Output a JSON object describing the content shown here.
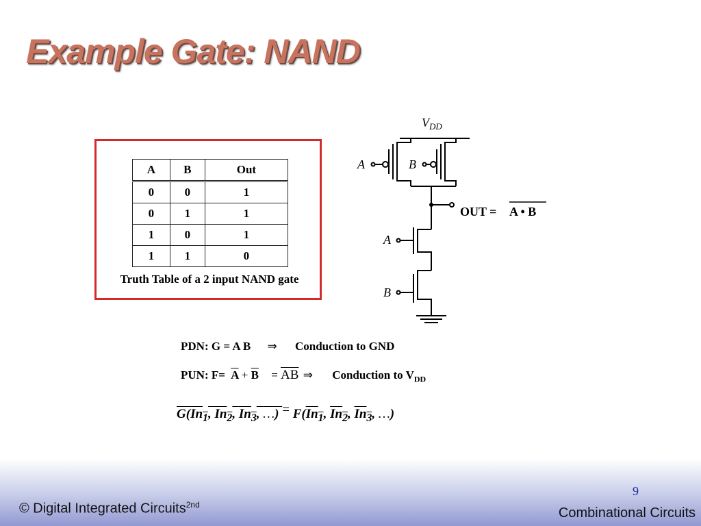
{
  "slide": {
    "title": "Example Gate: NAND",
    "page_number": "9"
  },
  "truth_table": {
    "headers": [
      "A",
      "B",
      "Out"
    ],
    "rows": [
      [
        "0",
        "0",
        "1"
      ],
      [
        "0",
        "1",
        "1"
      ],
      [
        "1",
        "0",
        "1"
      ],
      [
        "1",
        "1",
        "0"
      ]
    ],
    "caption": "Truth Table of a 2 input NAND gate"
  },
  "circuit": {
    "vdd_v": "V",
    "vdd_sub": "DD",
    "pmos_a_label": "A",
    "pmos_b_label": "B",
    "nmos_a_label": "A",
    "nmos_b_label": "B",
    "out_label": "OUT =",
    "out_expr": "A • B"
  },
  "equations": {
    "pdn": {
      "lhs": "PDN: G = A B",
      "arrow": "⇒",
      "rhs": "Conduction to GND"
    },
    "pun": {
      "prefix": "PUN: F=",
      "a": "A",
      "plus": "+",
      "b": "B",
      "eq": "=",
      "ab": "AB",
      "arrow": "⇒",
      "rhs_text": "Conduction to V",
      "rhs_sub": "DD"
    },
    "general": {
      "g": "G",
      "in": "In",
      "sub1": "1",
      "sub2": "2",
      "sub3": "3",
      "ellipsis": "…",
      "eq": "=",
      "f": "F"
    }
  },
  "footer": {
    "left_text": "© Digital Integrated Circuits",
    "left_sup": "2nd",
    "right_text": "Combinational Circuits"
  }
}
